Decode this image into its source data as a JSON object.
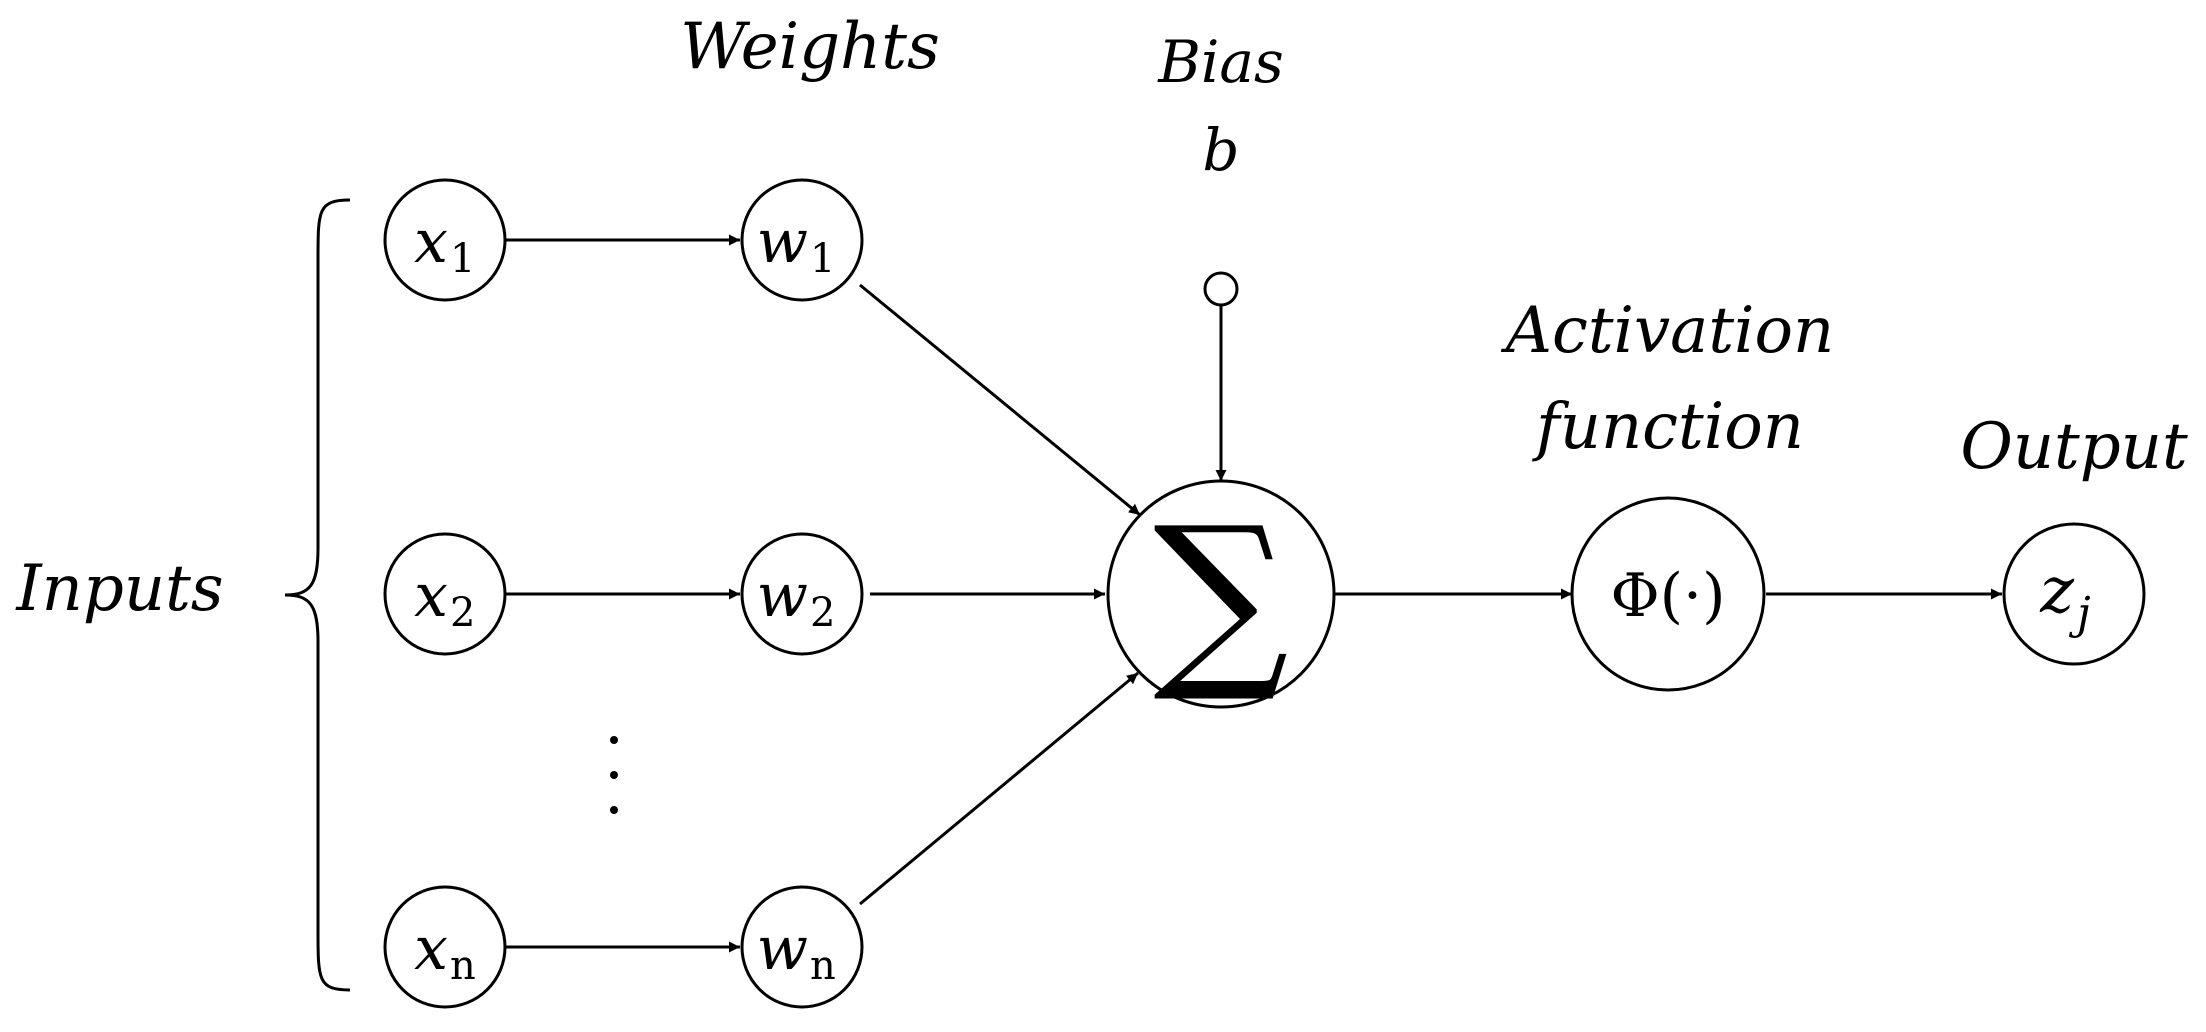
{
  "labels": {
    "inputs": "Inputs",
    "weights": "Weights",
    "bias": "Bias",
    "bias_symbol": "b",
    "activation_line1": "Activation",
    "activation_line2": "function",
    "output": "Output"
  },
  "inputs": [
    {
      "var": "x",
      "sub": "1"
    },
    {
      "var": "x",
      "sub": "2"
    },
    {
      "var": "x",
      "sub": "n"
    }
  ],
  "weights": [
    {
      "var": "w",
      "sub": "1"
    },
    {
      "var": "w",
      "sub": "2"
    },
    {
      "var": "w",
      "sub": "n"
    }
  ],
  "ellipsis": "⋮",
  "summation_symbol": "∑",
  "activation_symbol": "Φ(·)",
  "output_node": {
    "var": "z",
    "sub": "j"
  }
}
